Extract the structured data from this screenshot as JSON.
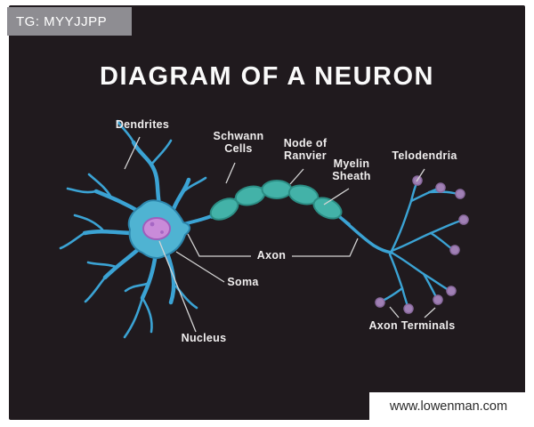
{
  "watermark": {
    "text": "TG: MYYJJPP"
  },
  "title": "DIAGRAM OF A NEURON",
  "labels": {
    "dendrites": "Dendrites",
    "schwann_cells": "Schwann\nCells",
    "node_of_ranvier": "Node of\nRanvier",
    "myelin_sheath": "Myelin\nSheath",
    "telodendria": "Telodendria",
    "axon": "Axon",
    "soma": "Soma",
    "nucleus": "Nucleus",
    "axon_terminals": "Axon Terminals"
  },
  "footer": {
    "url": "www.lowenman.com"
  },
  "colors": {
    "background": "#201a1e",
    "dendrite_blue": "#3ba3d4",
    "soma_teal": "#4fb3d2",
    "myelin_teal": "#43b2a8",
    "nucleus_purple": "#c98bd9",
    "terminal_purple": "#a080b5",
    "label_text": "#f0eeee",
    "connector_line": "#d5d5d5",
    "watermark_bg": "#8e8d92",
    "footer_bg": "#ffffff"
  }
}
